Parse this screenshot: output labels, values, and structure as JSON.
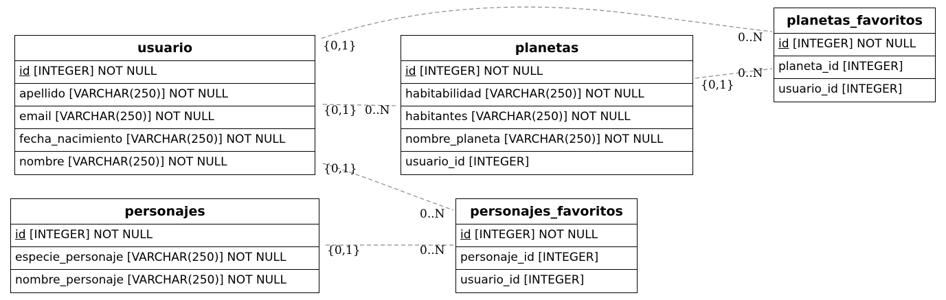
{
  "entities": {
    "usuario": {
      "name": "usuario",
      "rows": [
        {
          "key": "id",
          "rest": " [INTEGER] NOT NULL"
        },
        {
          "text": "apellido [VARCHAR(250)] NOT NULL"
        },
        {
          "text": "email [VARCHAR(250)] NOT NULL"
        },
        {
          "text": "fecha_nacimiento [VARCHAR(250)] NOT NULL"
        },
        {
          "text": "nombre [VARCHAR(250)] NOT NULL"
        }
      ]
    },
    "planetas": {
      "name": "planetas",
      "rows": [
        {
          "key": "id",
          "rest": " [INTEGER] NOT NULL"
        },
        {
          "text": "habitabilidad [VARCHAR(250)] NOT NULL"
        },
        {
          "text": "habitantes [VARCHAR(250)] NOT NULL"
        },
        {
          "text": "nombre_planeta [VARCHAR(250)] NOT NULL"
        },
        {
          "text": "usuario_id [INTEGER]"
        }
      ]
    },
    "planetas_favoritos": {
      "name": "planetas_favoritos",
      "rows": [
        {
          "key": "id",
          "rest": " [INTEGER] NOT NULL"
        },
        {
          "text": "planeta_id [INTEGER]"
        },
        {
          "text": "usuario_id [INTEGER]"
        }
      ]
    },
    "personajes": {
      "name": "personajes",
      "rows": [
        {
          "key": "id",
          "rest": " [INTEGER] NOT NULL"
        },
        {
          "text": "especie_personaje [VARCHAR(250)] NOT NULL"
        },
        {
          "text": "nombre_personaje [VARCHAR(250)] NOT NULL"
        }
      ]
    },
    "personajes_favoritos": {
      "name": "personajes_favoritos",
      "rows": [
        {
          "key": "id",
          "rest": " [INTEGER] NOT NULL"
        },
        {
          "text": "personaje_id [INTEGER]"
        },
        {
          "text": "usuario_id [INTEGER]"
        }
      ]
    }
  },
  "relations": {
    "usuario_planetas_favoritos": {
      "from": "{0,1}",
      "to": "0..N"
    },
    "usuario_planetas": {
      "from": "{0,1}",
      "to": "0..N"
    },
    "planetas_planetas_favoritos": {
      "from": "{0,1}",
      "to": "0..N"
    },
    "usuario_personajes_favoritos": {
      "from": "{0,1}",
      "to": "0..N"
    },
    "personajes_personajes_favoritos": {
      "from": "{0,1}",
      "to": "0..N"
    }
  },
  "colors": {
    "edge": "#888888",
    "border": "#000000"
  }
}
